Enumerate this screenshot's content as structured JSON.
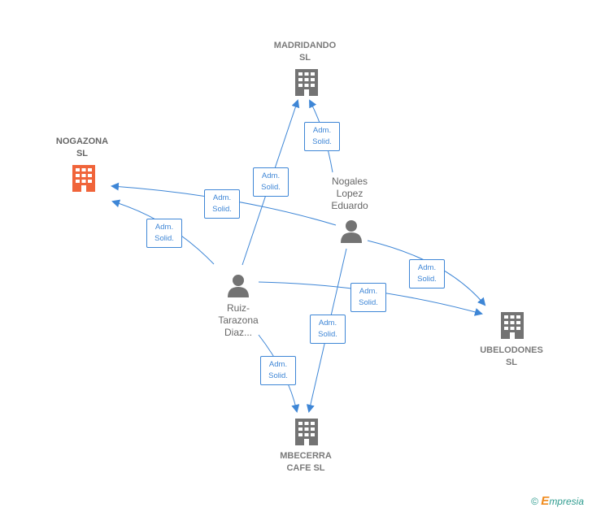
{
  "nodes": {
    "madridando": {
      "name": "MADRIDANDO\nSL",
      "type": "company"
    },
    "nogazona": {
      "name": "NOGAZONA\nSL",
      "type": "company-focus"
    },
    "nogales": {
      "name": "Nogales\nLopez\nEduardo",
      "type": "person"
    },
    "ruiz": {
      "name": "Ruiz-\nTarazona\nDiaz...",
      "type": "person"
    },
    "ubelodones": {
      "name": "UBELODONES\nSL",
      "type": "company"
    },
    "mbecerra": {
      "name": "MBECERRA\nCAFE  SL",
      "type": "company"
    }
  },
  "relations": [
    {
      "from": "nogales",
      "to": "madridando",
      "label": "Adm.\nSolid."
    },
    {
      "from": "ruiz",
      "to": "madridando",
      "label": "Adm.\nSolid."
    },
    {
      "from": "nogales",
      "to": "nogazona",
      "label": "Adm.\nSolid."
    },
    {
      "from": "ruiz",
      "to": "nogazona",
      "label": "Adm.\nSolid."
    },
    {
      "from": "nogales",
      "to": "ubelodones",
      "label": "Adm.\nSolid."
    },
    {
      "from": "ruiz",
      "to": "ubelodones",
      "label": "Adm.\nSolid."
    },
    {
      "from": "nogales",
      "to": "mbecerra",
      "label": "Adm.\nSolid."
    },
    {
      "from": "ruiz",
      "to": "mbecerra",
      "label": "Adm.\nSolid."
    }
  ],
  "colors": {
    "edge": "#3e86d6",
    "company_icon": "#737373",
    "focus_icon": "#f0643a",
    "person_icon": "#737373"
  },
  "footer": {
    "copyright": "©",
    "brand_initial": "E",
    "brand_rest": "mpresia"
  }
}
